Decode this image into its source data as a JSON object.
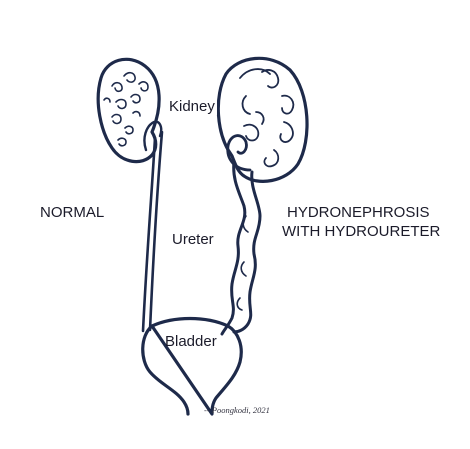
{
  "labels": {
    "kidney": "Kidney",
    "ureter": "Ureter",
    "bladder": "Bladder",
    "normal": "NORMAL",
    "hydro_line1": "HYDRONEPHROSIS",
    "hydro_line2": "WITH HYDROURETER"
  },
  "credit": "-- Poongkodi, 2021",
  "colors": {
    "ink": "#1e2a4a",
    "background": "#ffffff"
  }
}
